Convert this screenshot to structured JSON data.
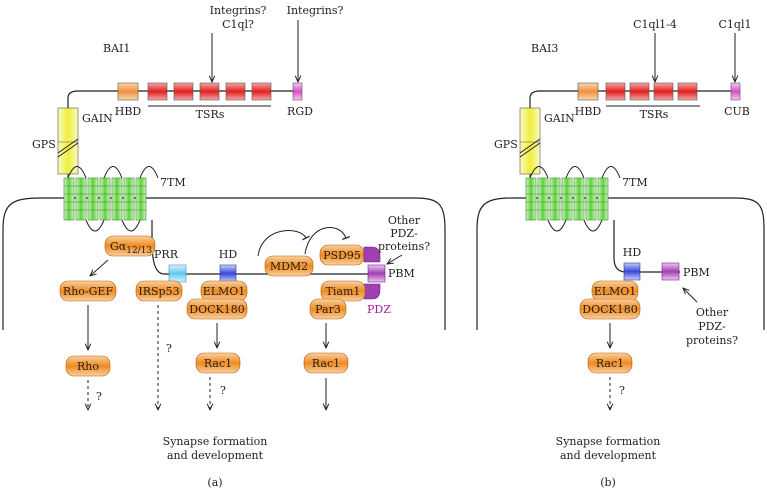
{
  "panel_a": {
    "title": "BAI1",
    "top_label_1_line1": "Integrins?",
    "top_label_1_line2": "C1ql?",
    "top_label_2": "Integrins?",
    "hbd": "HBD",
    "tsrs": "TSRs",
    "rgd": "RGD",
    "gain": "GAIN",
    "gps": "GPS",
    "tm": "7TM",
    "galpha": "Gα",
    "galpha_sub": "12/13",
    "rho_gef": "Rho-GEF",
    "rho": "Rho",
    "prr": "PRR",
    "irsp53": "IRSp53",
    "hd": "HD",
    "elmo1": "ELMO1",
    "dock180": "DOCK180",
    "rac1_left": "Rac1",
    "mdm2": "MDM2",
    "psd95": "PSD95",
    "pbm": "PBM",
    "other_line1": "Other",
    "other_line2": "PDZ-",
    "other_line3": "proteins?",
    "tiam1": "Tiam1",
    "par3": "Par3",
    "pdz": "PDZ",
    "rac1_right": "Rac1",
    "q1": "?",
    "q2": "?",
    "q3": "?",
    "footer_line1": "Synapse formation",
    "footer_line2": "and development",
    "caption": "(a)"
  },
  "panel_b": {
    "title": "BAI3",
    "top_label_1": "C1ql1-4",
    "top_label_2": "C1ql1",
    "hbd": "HBD",
    "tsrs": "TSRs",
    "cub": "CUB",
    "gain": "GAIN",
    "gps": "GPS",
    "tm": "7TM",
    "hd": "HD",
    "pbm": "PBM",
    "elmo1": "ELMO1",
    "dock180": "DOCK180",
    "rac1": "Rac1",
    "q": "?",
    "other_line1": "Other",
    "other_line2": "PDZ-",
    "other_line3": "proteins?",
    "footer_line1": "Synapse formation",
    "footer_line2": "and development",
    "caption": "(b)"
  },
  "colors": {
    "tsr": "#e02020",
    "hbd": "#f0a050",
    "gain": "#f0f060",
    "tm": "#7cd860",
    "protein": "#f08a20",
    "rgd": "#e060d0",
    "prr": "#70d0f0",
    "hd": "#5060e0",
    "pbm": "#a040b0",
    "pdz_text": "#a020a0"
  }
}
